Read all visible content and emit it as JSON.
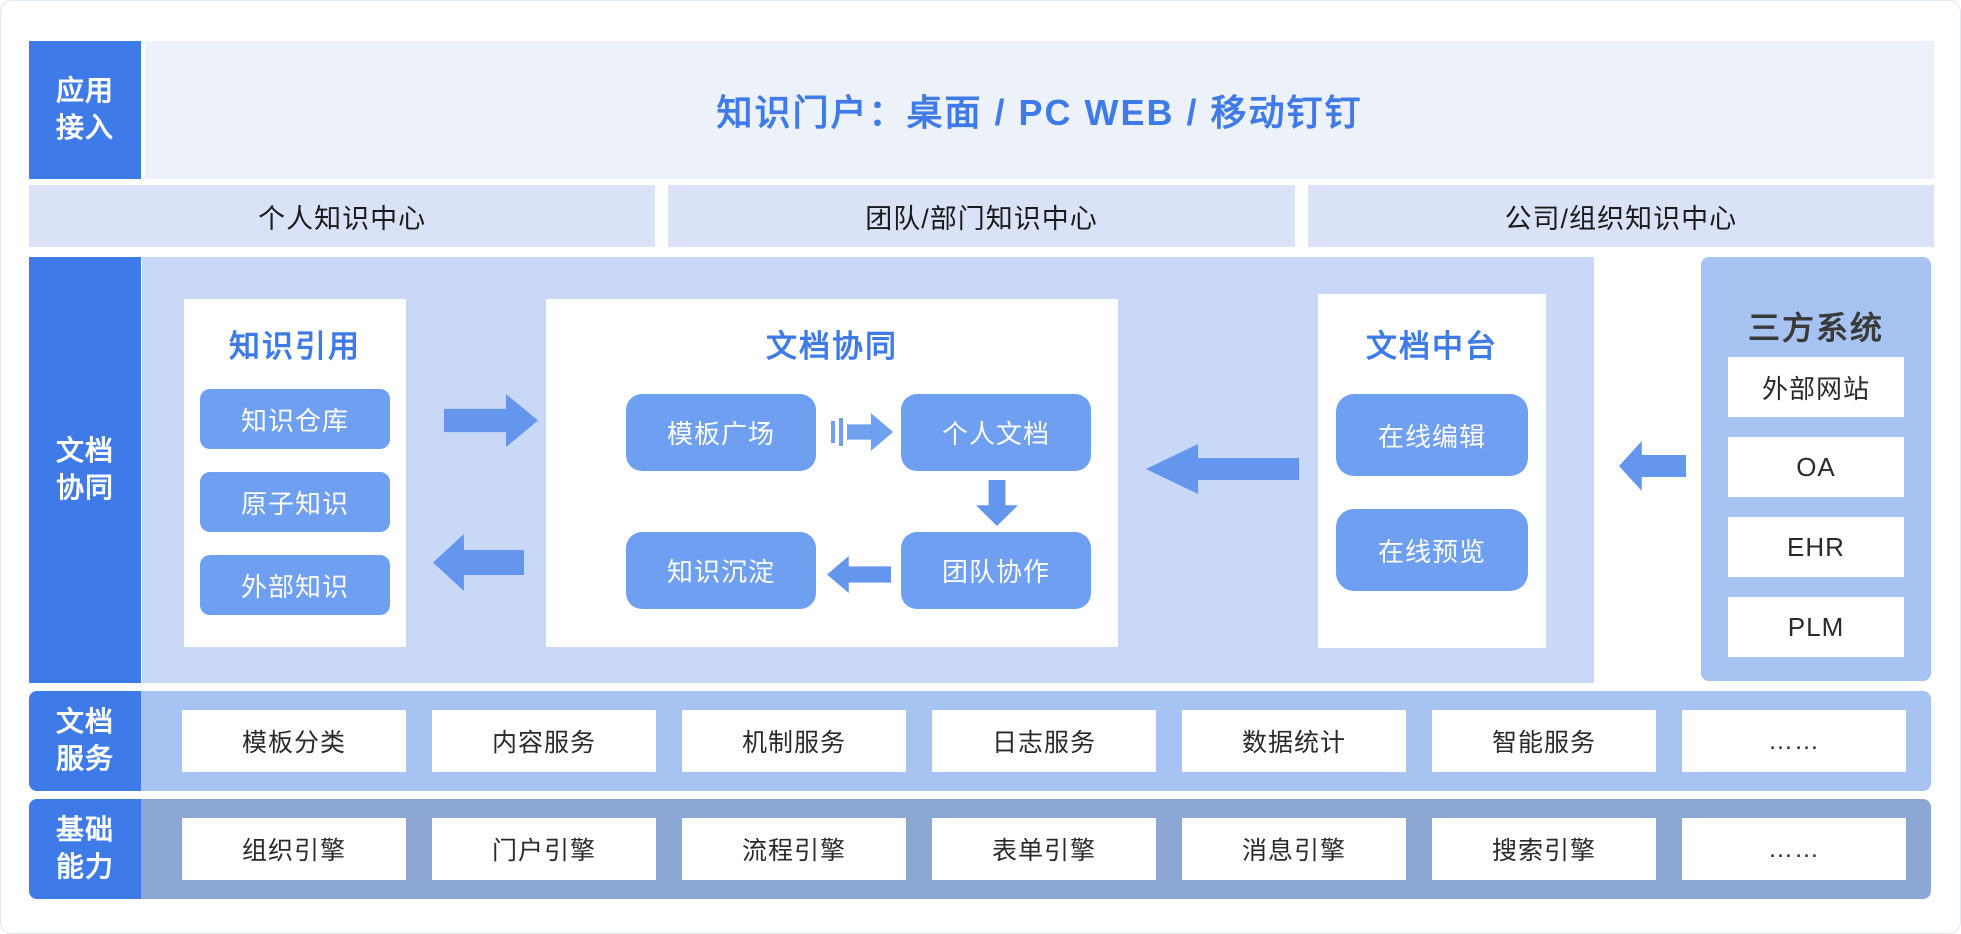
{
  "colors": {
    "accent_blue": "#3e7be8",
    "button_blue": "#6f9ff0",
    "arrow_blue": "#6596ee",
    "header_bg": "#edf1fa",
    "center_box_bg": "#d9e2f7",
    "main_container_bg": "#c9d8f6",
    "panel_bg": "#a6c3f2",
    "base_band_bg": "#8da7d4",
    "dark_text": "#2a2a2a"
  },
  "top": {
    "label": {
      "line1": "应用",
      "line2": "接入"
    },
    "portal_title": "知识门户：桌面 / PC WEB / 移动钉钉"
  },
  "centers": {
    "personal": "个人知识中心",
    "team": "团队/部门知识中心",
    "company": "公司/组织知识中心"
  },
  "main": {
    "sidebar": {
      "line1": "文档",
      "line2": "协同"
    },
    "knowledge_ref": {
      "title": "知识引用",
      "items": [
        "知识仓库",
        "原子知识",
        "外部知识"
      ]
    },
    "doc_collab": {
      "title": "文档协同",
      "template_market": "模板广场",
      "personal_doc": "个人文档",
      "team_collab": "团队协作",
      "knowledge_deposit": "知识沉淀"
    },
    "doc_platform": {
      "title": "文档中台",
      "items": [
        "在线编辑",
        "在线预览"
      ]
    },
    "third_party": {
      "title": "三方系统",
      "items": [
        "外部网站",
        "OA",
        "EHR",
        "PLM"
      ]
    }
  },
  "doc_service": {
    "label": {
      "line1": "文档",
      "line2": "服务"
    },
    "items": [
      "模板分类",
      "内容服务",
      "机制服务",
      "日志服务",
      "数据统计",
      "智能服务",
      "……"
    ]
  },
  "base_ability": {
    "label": {
      "line1": "基础",
      "line2": "能力"
    },
    "items": [
      "组织引擎",
      "门户引擎",
      "流程引擎",
      "表单引擎",
      "消息引擎",
      "搜索引擎",
      "……"
    ]
  }
}
